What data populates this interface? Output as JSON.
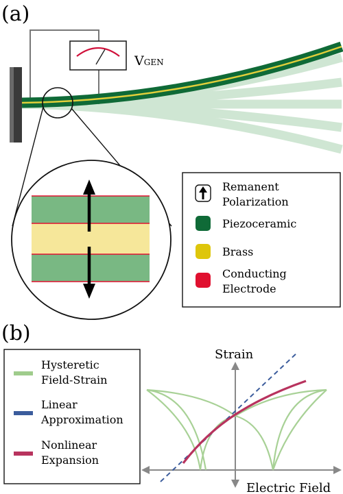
{
  "panel_a": {
    "label": "(a)",
    "meter": {
      "label_main": "V",
      "label_sub": "GEN"
    },
    "legend": {
      "items": [
        {
          "lines": [
            "Remanent",
            "Polarization"
          ],
          "swatch": "arrow",
          "color": "#ffffff"
        },
        {
          "lines": [
            "Piezoceramic"
          ],
          "swatch": "box",
          "color": "#0f6a37"
        },
        {
          "lines": [
            "Brass"
          ],
          "swatch": "box",
          "color": "#dec60a"
        },
        {
          "lines": [
            "Conducting",
            "Electrode"
          ],
          "swatch": "box",
          "color": "#e0102f"
        }
      ]
    },
    "colors": {
      "piezo_dark": "#0f6a37",
      "piezo_light": "#79b883",
      "brass_light": "#f6e79a",
      "electrode": "#e0102f",
      "clamp": "#333333"
    }
  },
  "panel_b": {
    "label": "(b)",
    "ylabel": "Strain",
    "xlabel": "Electric Field",
    "legend": {
      "items": [
        {
          "lines": [
            "Hysteretic",
            "Field-Strain"
          ],
          "color": "#9fcc8c"
        },
        {
          "lines": [
            "Linear",
            "Approximation"
          ],
          "color": "#3b5c9c"
        },
        {
          "lines": [
            "Nonlinear",
            "Expansion"
          ],
          "color": "#b8335e"
        }
      ]
    },
    "colors": {
      "axis": "#888888"
    }
  }
}
